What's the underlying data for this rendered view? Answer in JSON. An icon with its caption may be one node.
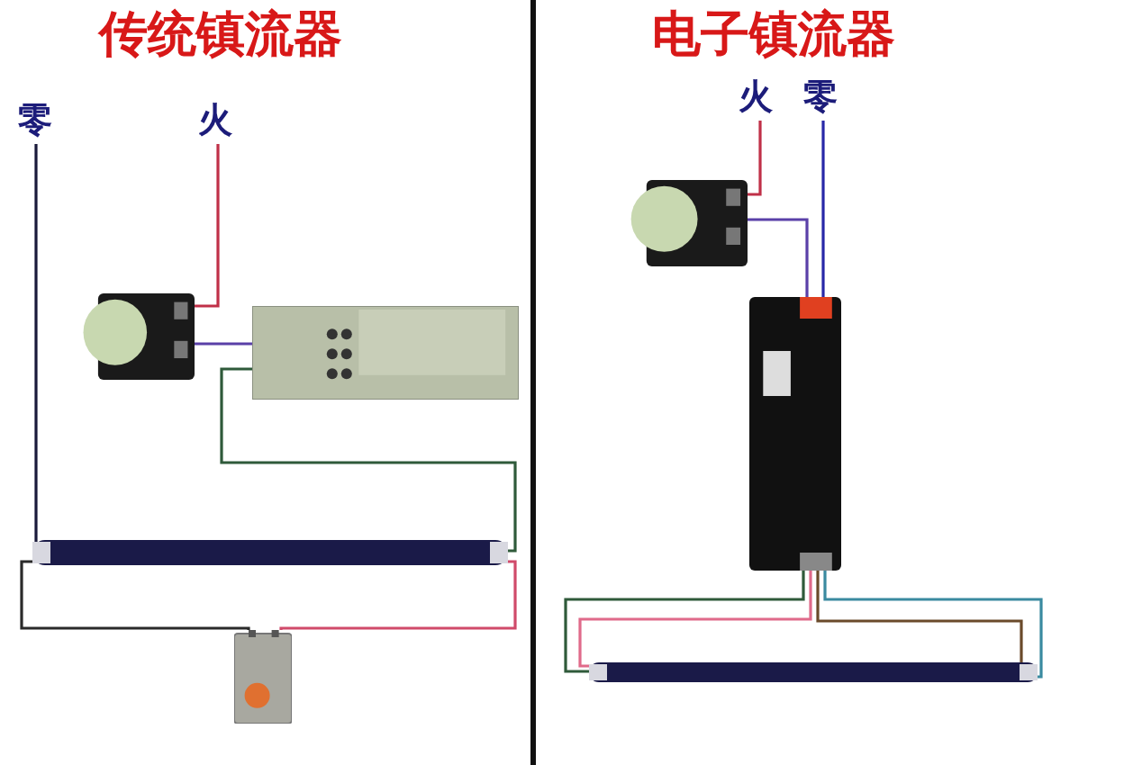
{
  "diagram": {
    "nodes": [
      {
        "text": [
          "零"
        ]
      },
      {
        "text": [
          "火"
        ]
      },
      {
        "text": [],
        "shape": "picture"
      },
      {
        "text": [],
        "shape": "picture"
      },
      {
        "text": [],
        "shape": "picture"
      },
      {
        "text": [],
        "shape": "picture"
      },
      {
        "text": [
          "火"
        ]
      },
      {
        "text": [
          "零"
        ]
      },
      {
        "text": [],
        "shape": "picture"
      },
      {
        "text": [],
        "shape": "picture"
      },
      {
        "text": [],
        "shape": "picture"
      }
    ],
    "edges": [
      {
        "from": 0,
        "to": 4,
        "arrow": "none",
        "color": "#1a1a3a"
      },
      {
        "from": 1,
        "to": 2,
        "arrow": "none",
        "color": "#c03048"
      },
      {
        "from": 2,
        "to": 3,
        "arrow": "none",
        "color": "#5a40a8"
      },
      {
        "from": 3,
        "to": 4,
        "arrow": "none",
        "color": "#2f5a3a"
      },
      {
        "from": 4,
        "to": 5,
        "arrow": "none",
        "color": "#2a2a2a"
      },
      {
        "from": 4,
        "to": 5,
        "arrow": "none",
        "color": "#d04a6a"
      },
      {
        "from": 6,
        "to": 8,
        "arrow": "none",
        "color": "#c03048"
      },
      {
        "from": 8,
        "to": 9,
        "arrow": "none",
        "color": "#5a40a8"
      },
      {
        "from": 7,
        "to": 9,
        "arrow": "none",
        "color": "#2828a8"
      },
      {
        "from": 9,
        "to": 10,
        "arrow": "none",
        "color": "#2f5a3a"
      },
      {
        "from": 9,
        "to": 10,
        "arrow": "none",
        "color": "#e06a8a"
      },
      {
        "from": 9,
        "to": 10,
        "arrow": "none",
        "color": "#6a4a2a"
      },
      {
        "from": 9,
        "to": 10,
        "arrow": "none",
        "color": "#3a8aa0"
      }
    ],
    "labels": [
      "传统镇流器",
      "电子镇流器"
    ]
  }
}
